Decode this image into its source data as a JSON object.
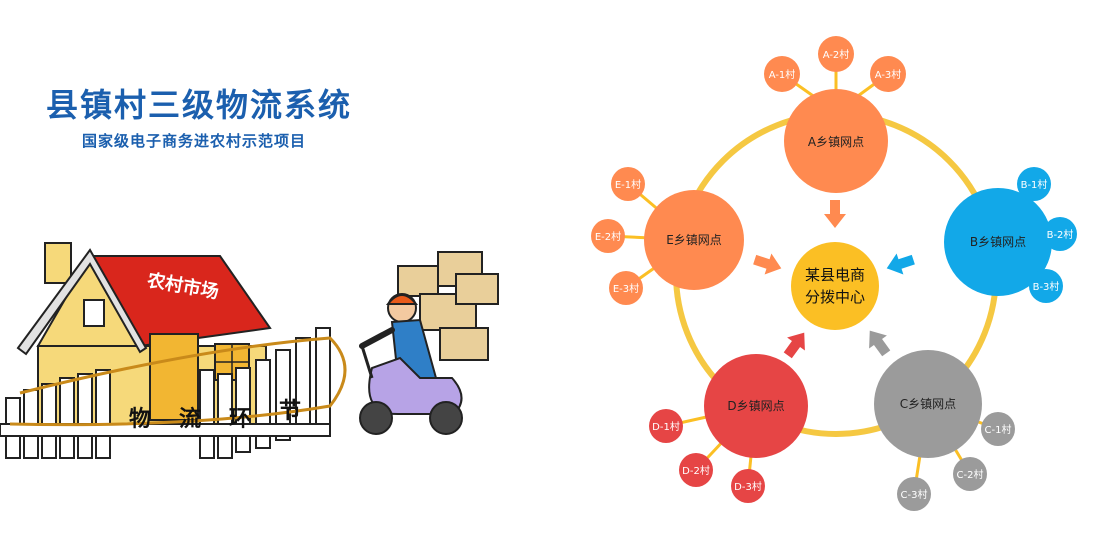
{
  "header": {
    "title": "县镇村三级物流系统",
    "subtitle": "国家级电子商务进农村示范项目"
  },
  "illustration": {
    "roof_sign": "农村市场",
    "fence_chars": [
      "物",
      "流",
      "环",
      "节"
    ]
  },
  "diagram": {
    "center": {
      "line1": "某县电商",
      "line2": "分拨中心",
      "color": "#fbbf24"
    },
    "ring_color": "#f5c842",
    "nodes": [
      {
        "id": "A",
        "label": "A乡镇网点",
        "color": "#ff8a50",
        "villages": [
          "A-1村",
          "A-2村",
          "A-3村"
        ]
      },
      {
        "id": "B",
        "label": "B乡镇网点",
        "color": "#12a8e8",
        "villages": [
          "B-1村",
          "B-2村",
          "B-3村"
        ]
      },
      {
        "id": "C",
        "label": "C乡镇网点",
        "color": "#9b9b9b",
        "villages": [
          "C-1村",
          "C-2村",
          "C-3村"
        ]
      },
      {
        "id": "D",
        "label": "D乡镇网点",
        "color": "#e64545",
        "villages": [
          "D-1村",
          "D-2村",
          "D-3村"
        ]
      },
      {
        "id": "E",
        "label": "E乡镇网点",
        "color": "#ff8a50",
        "villages": [
          "E-1村",
          "E-2村",
          "E-3村"
        ]
      }
    ]
  }
}
